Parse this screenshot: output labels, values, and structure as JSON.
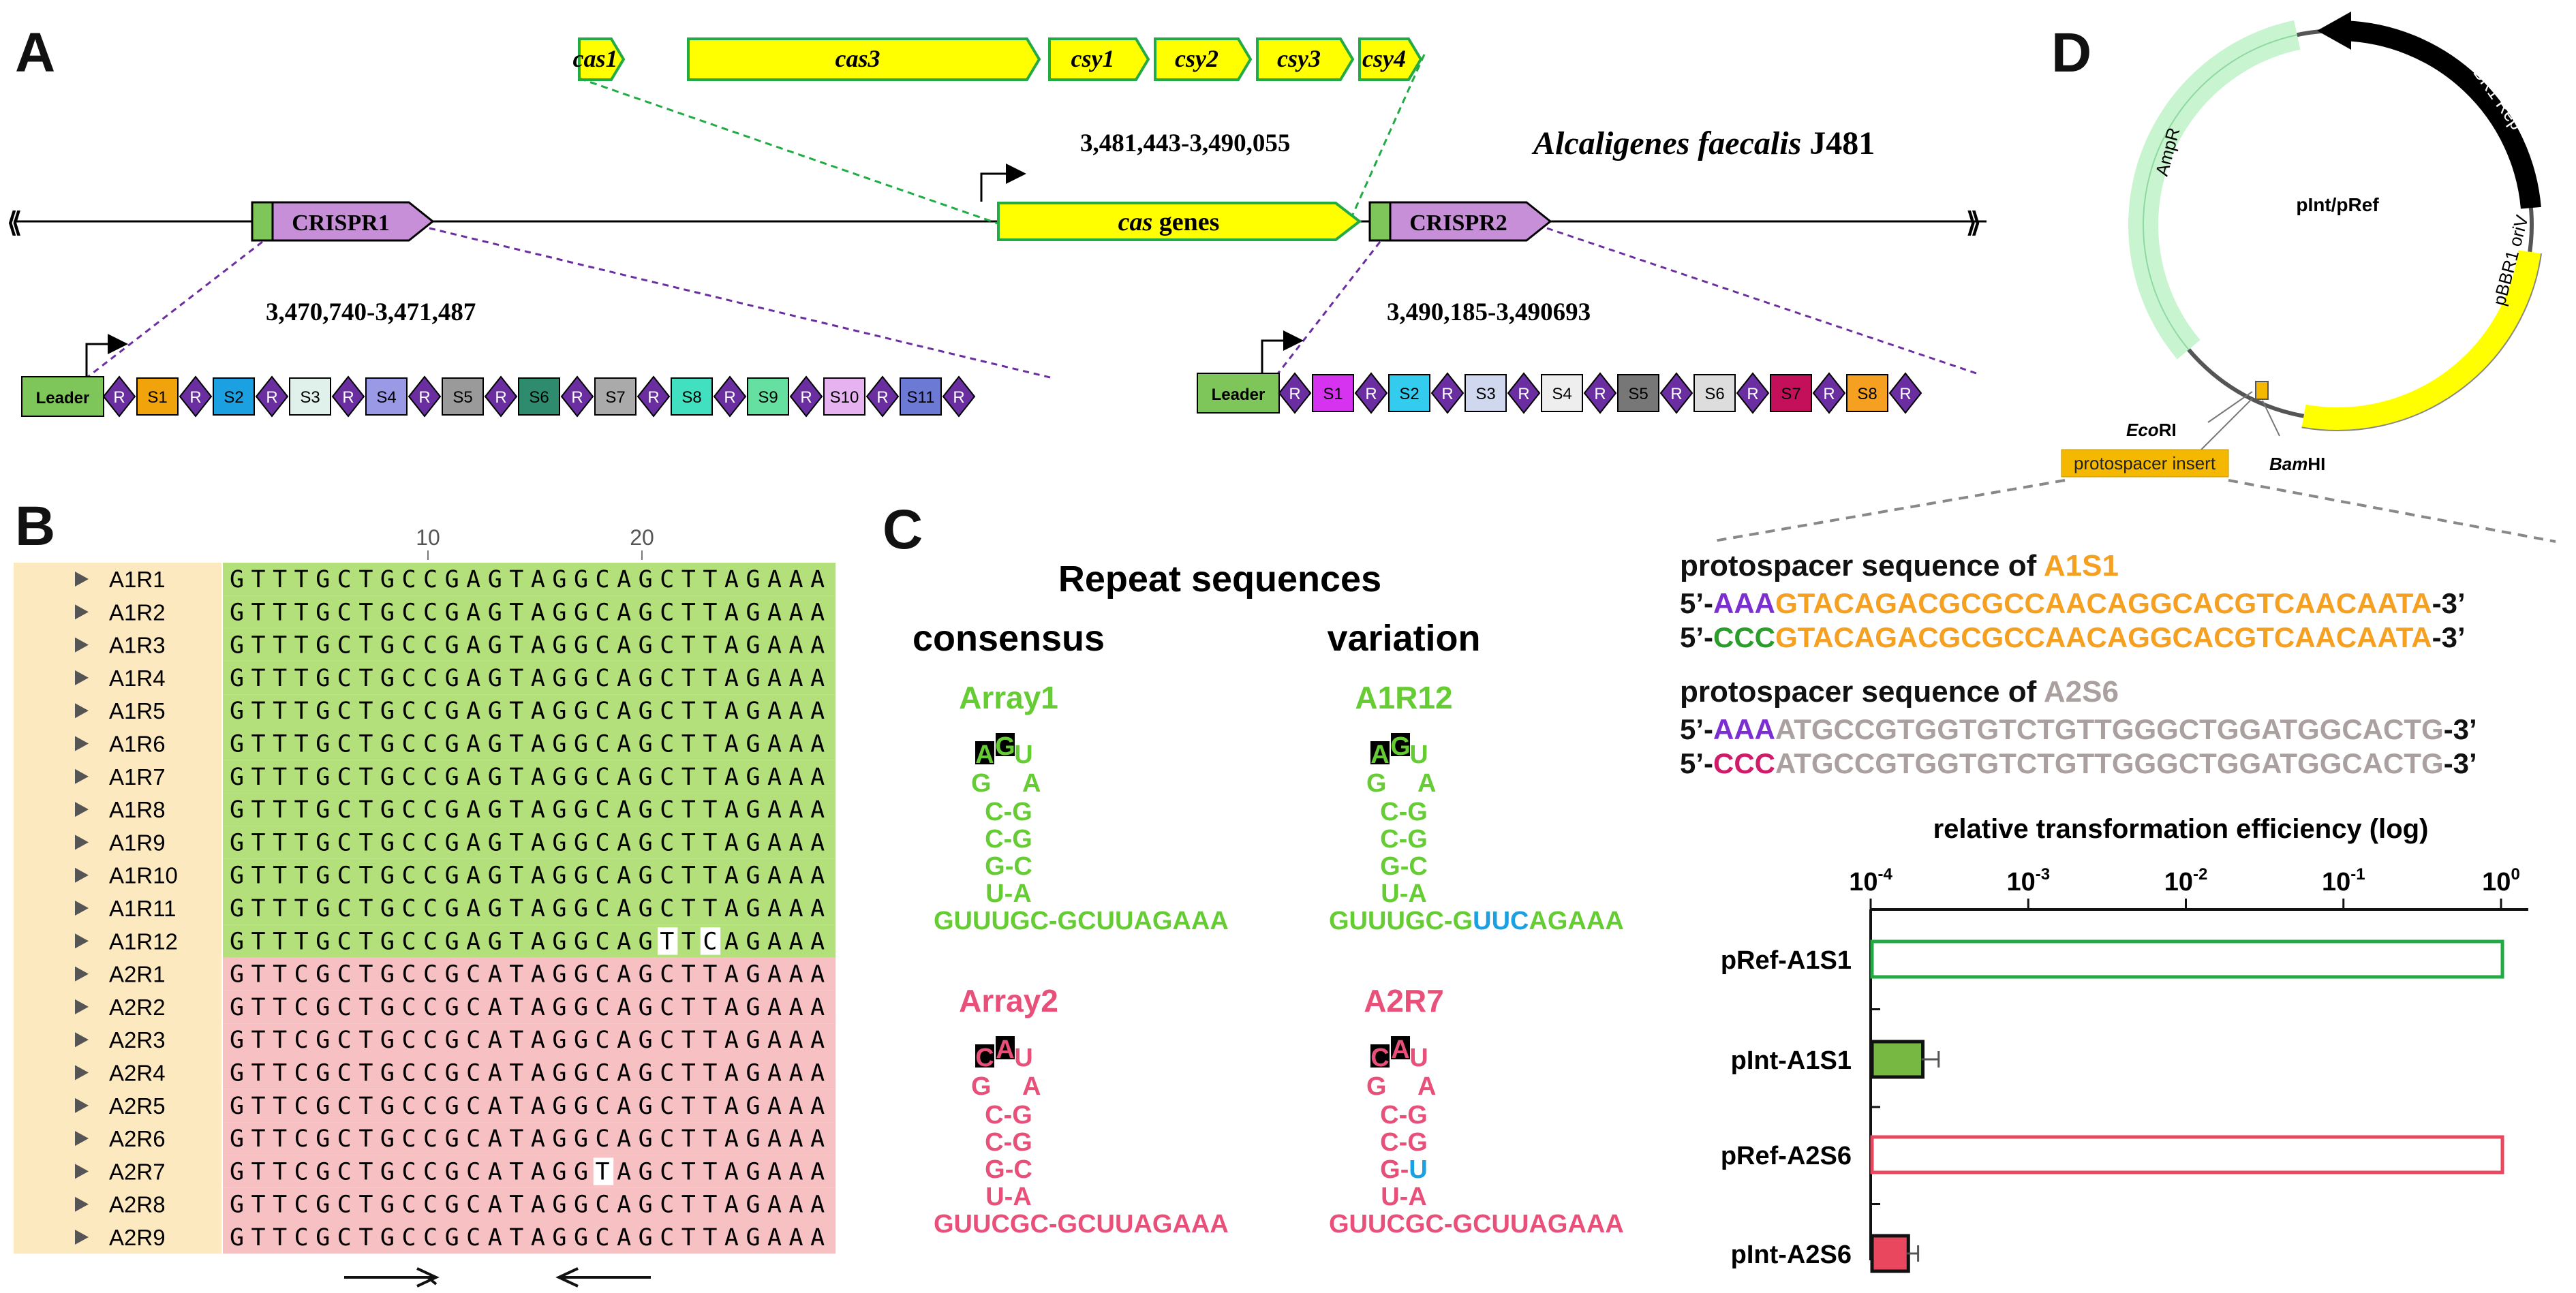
{
  "panels": {
    "a": "A",
    "b": "B",
    "c": "C",
    "d": "D"
  },
  "panel_a": {
    "organism_genus": "Alcaligenes faecalis",
    "organism_strain": "J481",
    "cas_genes": [
      "cas1",
      "cas3",
      "csy1",
      "csy2",
      "csy3",
      "csy4"
    ],
    "cas_coords": "3,481,443-3,490,055",
    "cas_block_label_italic": "cas",
    "cas_block_label_rest": " genes",
    "crispr1": "CRISPR1",
    "crispr2": "CRISPR2",
    "crispr1_coords": "3,470,740-3,471,487",
    "crispr2_coords": "3,490,185-3,490693",
    "leader": "Leader",
    "repeat": "R",
    "break_left": "⟪",
    "break_right": "⟫",
    "array1_spacers": [
      "S1",
      "S2",
      "S3",
      "S4",
      "S5",
      "S6",
      "S7",
      "S8",
      "S9",
      "S10",
      "S11"
    ],
    "array1_colors": [
      "#f0a30a",
      "#1ba1e2",
      "#e0f0ea",
      "#9999e6",
      "#9a9a9a",
      "#2e8b6e",
      "#aaaaaa",
      "#40e0c0",
      "#66e0a0",
      "#e6b3f0",
      "#6c7ad6"
    ],
    "array2_spacers": [
      "S1",
      "S2",
      "S3",
      "S4",
      "S5",
      "S6",
      "S7",
      "S8"
    ],
    "array2_colors": [
      "#d633f0",
      "#33ccee",
      "#d0d8f0",
      "#eeeeee",
      "#777777",
      "#dddddd",
      "#c4105a",
      "#f5a020"
    ],
    "repeat_color": "#6b2ea0",
    "leader_color": "#7fc65a",
    "crispr_color": "#c78fd8",
    "cas_color": "#ffff00"
  },
  "panel_b": {
    "ruler": [
      "10",
      "20"
    ],
    "sequences": [
      {
        "name": "A1R1",
        "seq": "GTTTGCTGCCGAGTAGGCAGCTTAGAAA"
      },
      {
        "name": "A1R2",
        "seq": "GTTTGCTGCCGAGTAGGCAGCTTAGAAA"
      },
      {
        "name": "A1R3",
        "seq": "GTTTGCTGCCGAGTAGGCAGCTTAGAAA"
      },
      {
        "name": "A1R4",
        "seq": "GTTTGCTGCCGAGTAGGCAGCTTAGAAA"
      },
      {
        "name": "A1R5",
        "seq": "GTTTGCTGCCGAGTAGGCAGCTTAGAAA"
      },
      {
        "name": "A1R6",
        "seq": "GTTTGCTGCCGAGTAGGCAGCTTAGAAA"
      },
      {
        "name": "A1R7",
        "seq": "GTTTGCTGCCGAGTAGGCAGCTTAGAAA"
      },
      {
        "name": "A1R8",
        "seq": "GTTTGCTGCCGAGTAGGCAGCTTAGAAA"
      },
      {
        "name": "A1R9",
        "seq": "GTTTGCTGCCGAGTAGGCAGCTTAGAAA"
      },
      {
        "name": "A1R10",
        "seq": "GTTTGCTGCCGAGTAGGCAGCTTAGAAA"
      },
      {
        "name": "A1R11",
        "seq": "GTTTGCTGCCGAGTAGGCAGCTTAGAAA"
      },
      {
        "name": "A1R12",
        "seq": "GTTTGCTGCCGAGTAGGCAGTTCAGAAA"
      },
      {
        "name": "A2R1",
        "seq": "GTTCGCTGCCGCATAGGCAGCTTAGAAA"
      },
      {
        "name": "A2R2",
        "seq": "GTTCGCTGCCGCATAGGCAGCTTAGAAA"
      },
      {
        "name": "A2R3",
        "seq": "GTTCGCTGCCGCATAGGCAGCTTAGAAA"
      },
      {
        "name": "A2R4",
        "seq": "GTTCGCTGCCGCATAGGCAGCTTAGAAA"
      },
      {
        "name": "A2R5",
        "seq": "GTTCGCTGCCGCATAGGCAGCTTAGAAA"
      },
      {
        "name": "A2R6",
        "seq": "GTTCGCTGCCGCATAGGCAGCTTAGAAA"
      },
      {
        "name": "A2R7",
        "seq": "GTTCGCTGCCGCATAGGTAGCTTAGAAA"
      },
      {
        "name": "A2R8",
        "seq": "GTTCGCTGCCGCATAGGCAGCTTAGAAA"
      },
      {
        "name": "A2R9",
        "seq": "GTTCGCTGCCGCATAGGCAGCTTAGAAA"
      }
    ],
    "array1_color": "#b3e07a",
    "array2_color": "#f7c1c4",
    "name_bg": "#fde9c0"
  },
  "panel_c": {
    "title": "Repeat sequences",
    "col_consensus": "consensus",
    "col_variation": "variation",
    "array1_label": "Array1",
    "array1_var_label": "A1R12",
    "array2_label": "Array2",
    "array2_var_label": "A2R7",
    "green": "#66cc33",
    "pink": "#e8507a",
    "blue": "#1ba1e2"
  },
  "panel_d": {
    "plasmid_name": "pInt/pRef",
    "features": [
      "AmpR",
      "pBBR1 Rep",
      "pBBR1 oriV"
    ],
    "site_ecori_italic": "Eco",
    "site_ecori_rest": "RI",
    "site_bamhi_italic": "Bam",
    "site_bamhi_rest": "HI",
    "insert_label": "protospacer insert",
    "proto_a1s1_title": "protospacer sequence of ",
    "proto_a1s1_name": "A1S1",
    "proto_a1s1_lines": [
      {
        "prefix": "5’-",
        "pam": "AAA",
        "seq": "GTACAGACGCGCCAACAGGCACGTCAACAATA",
        "suffix": "-3’"
      },
      {
        "prefix": "5’-",
        "pam": "CCC",
        "seq": "GTACAGACGCGCCAACAGGCACGTCAACAATA",
        "suffix": "-3’"
      }
    ],
    "proto_a2s6_title": "protospacer sequence of ",
    "proto_a2s6_name": "A2S6",
    "proto_a2s6_lines": [
      {
        "prefix": "5’-",
        "pam": "AAA",
        "seq": "ATGCCGTGGTGTCTGTTGGGCTGGATGGCACTG",
        "suffix": "-3’"
      },
      {
        "prefix": "5’-",
        "pam": "CCC",
        "seq": "ATGCCGTGGTGTCTGTTGGGCTGGATGGCACTG",
        "suffix": "-3’"
      }
    ],
    "pam_colors": [
      "#7b2fd0",
      "#2a9d2a",
      "#7b2fd0",
      "#d01b6a"
    ],
    "a1s1_color": "#f5a020",
    "a2s6_color": "#aaa0a0"
  },
  "chart_data": {
    "type": "bar",
    "orientation": "horizontal",
    "title": "relative transformation efficiency (log)",
    "x_scale": "log",
    "xlim": [
      0.0001,
      1
    ],
    "x_ticks": [
      {
        "base": "10",
        "exp": "-4"
      },
      {
        "base": "10",
        "exp": "-3"
      },
      {
        "base": "10",
        "exp": "-2"
      },
      {
        "base": "10",
        "exp": "-1"
      },
      {
        "base": "10",
        "exp": "0"
      }
    ],
    "categories": [
      "pRef-A1S1",
      "pInt-A1S1",
      "pRef-A2S6",
      "pInt-A2S6"
    ],
    "values": [
      1.0,
      0.00021,
      1.0,
      0.00017
    ],
    "errors": [
      0,
      6e-05,
      0,
      3e-05
    ],
    "fills": [
      "none",
      "#77b843",
      "none",
      "#e8475e"
    ],
    "strokes": [
      "#22aa44",
      "#111111",
      "#e8475e",
      "#111111"
    ]
  }
}
